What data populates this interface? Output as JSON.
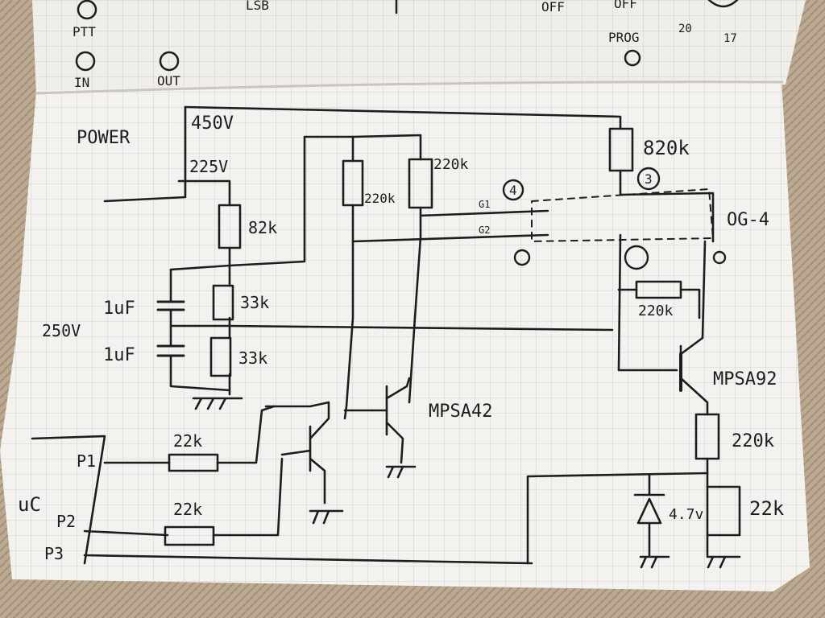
{
  "top_page": {
    "labels": {
      "ptt": "PTT",
      "in": "IN",
      "out": "OUT",
      "lsb": "LSB",
      "off1": "OFF",
      "off2": "OFF",
      "prog": "PROG",
      "n20": "20",
      "n17": "17"
    }
  },
  "schematic": {
    "power_label": "POWER",
    "v450": "450V",
    "v225": "225V",
    "v250": "250V",
    "r_82k": "82k",
    "r_33k_top": "33k",
    "r_33k_bottom": "33k",
    "c_top": "1uF",
    "c_bottom": "1uF",
    "r_220k_left": "220k",
    "r_220k_right": "220k",
    "r_820k": "820k",
    "pin3": "3",
    "pin4": "4",
    "g1": "G1",
    "g2": "G2",
    "tube": "OG-4",
    "r_220k_feedback": "220k",
    "q_npn": "MPSA42",
    "q_pnp": "MPSA92",
    "r_220k_emitter": "220k",
    "zener": "4.7v",
    "r_22k_out": "22k",
    "uc": "uC",
    "p1": "P1",
    "p2": "P2",
    "p3": "P3",
    "r_22k_p1": "22k",
    "r_22k_p2": "22k"
  }
}
